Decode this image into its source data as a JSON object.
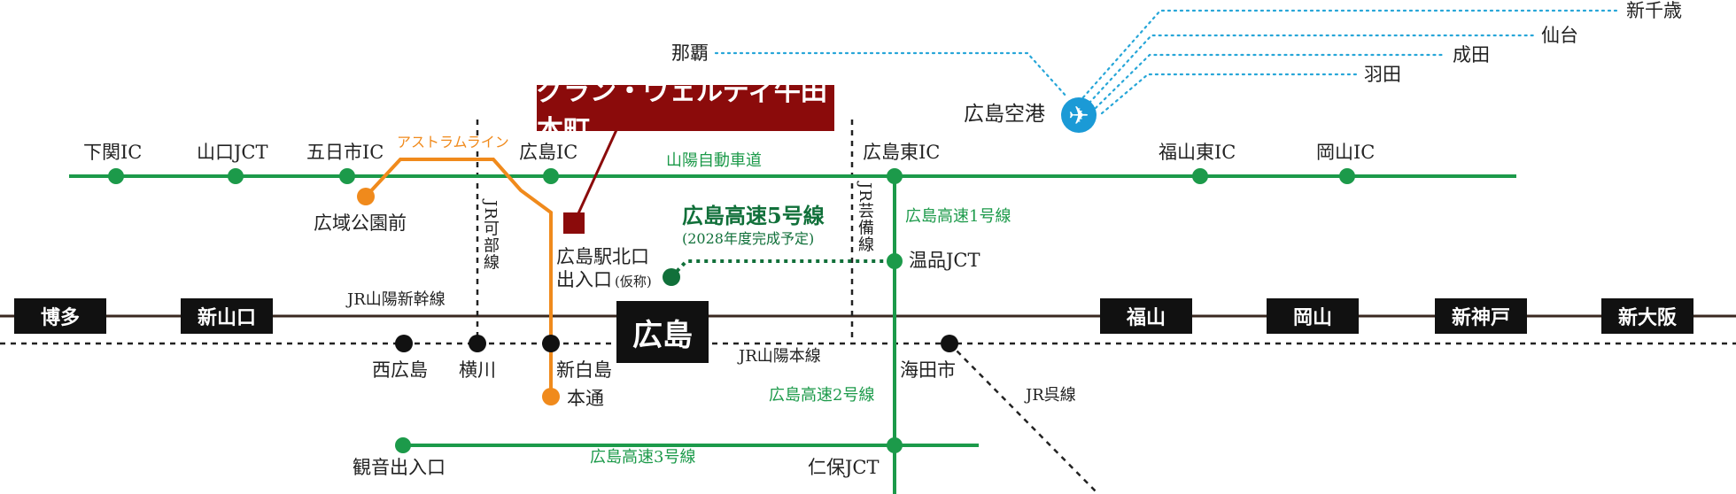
{
  "stations": {
    "hakata": "博多",
    "shinyamaguchi": "新山口",
    "hiroshima": "広島",
    "fukuyama": "福山",
    "okayama": "岡山",
    "shinkobe": "新神戸",
    "shinosaka": "新大阪",
    "nishihiroshima": "西広島",
    "yokogawa": "横川",
    "shinhakushima": "新白島",
    "hondori": "本通",
    "kaitaichi": "海田市",
    "koikikoenmae": "広域公園前"
  },
  "ics": {
    "shimonoseki": "下関IC",
    "yamaguchi": "山口JCT",
    "itsukaichi": "五日市IC",
    "hiroshima": "広島IC",
    "hiroshima_higashi": "広島東IC",
    "fukuyama_higashi": "福山東IC",
    "okayama": "岡山IC",
    "onsina": "温品JCT",
    "niho": "仁保JCT",
    "kannon": "観音出入口",
    "kitaguchi": "広島駅北口",
    "kitaguchi2": "出入口",
    "kitaguchi_note": "(仮称)"
  },
  "lines": {
    "sanyo_expressway": "山陽自動車道",
    "astram": "アストラムライン",
    "shinkansen": "JR山陽新幹線",
    "sanyo_main": "JR山陽本線",
    "kabe": "JR可部線",
    "geibi": "JR芸備線",
    "kure": "JR呉線",
    "hwy1": "広島高速1号線",
    "hwy2": "広島高速2号線",
    "hwy3": "広島高速3号線",
    "hwy5": "広島高速5号線",
    "hwy5_note": "(2028年度完成予定)"
  },
  "airport": {
    "name": "広島空港",
    "naha": "那覇",
    "shinchitose": "新千歳",
    "sendai": "仙台",
    "narita": "成田",
    "haneda": "羽田"
  },
  "property": {
    "name": "グラン・ヴェルディ牛田本町"
  },
  "colors": {
    "expressway": "#1c9a4a",
    "astram": "#f08a1c",
    "airline": "#27a6d8",
    "property": "#8b0b0b",
    "hwy5": "#11703a"
  }
}
